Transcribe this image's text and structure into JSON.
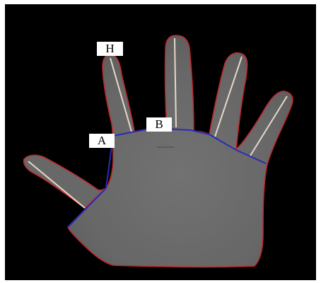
{
  "image": {
    "description_free": true,
    "background_color": "#000000",
    "hand_fill_color": "#6b6b6b",
    "contour_color": "#c0272d",
    "finger_axis_color": "#e6d8c8",
    "palm_boundary_color": "#2b2bb8"
  },
  "labels": {
    "h": "H",
    "b": "B",
    "a": "A"
  }
}
